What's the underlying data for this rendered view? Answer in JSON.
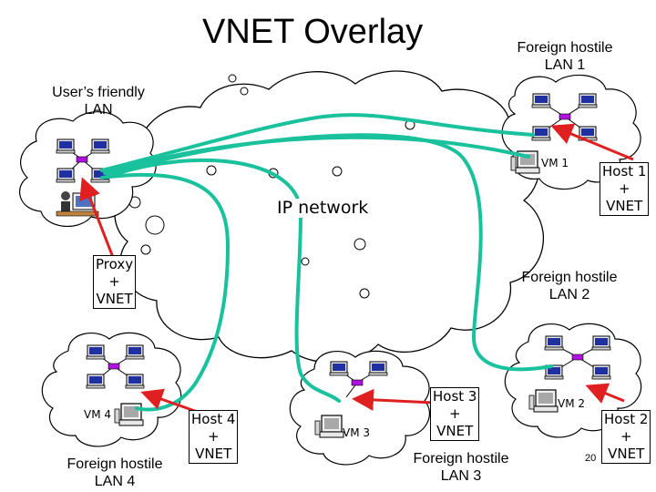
{
  "title": "VNET Overlay",
  "labels": {
    "user_lan": "User’s friendly\nLAN",
    "lan1": "Foreign hostile\nLAN 1",
    "lan2": "Foreign hostile\nLAN 2",
    "lan3": "Foreign hostile\nLAN 3",
    "lan4": "Foreign hostile\nLAN 4",
    "ip_network": "IP network"
  },
  "vms": {
    "vm1": "VM 1",
    "vm2": "VM 2",
    "vm3": "VM 3",
    "vm4": "VM 4"
  },
  "boxes": {
    "host1": "Host 1\n+\nVNET",
    "host2": "Host 2\n+\nVNET",
    "host3": "Host 3\n+\nVNET",
    "host4": "Host 4\n+\nVNET",
    "proxy": "Proxy\n+\nVNET"
  },
  "slide_number": "20",
  "colors": {
    "overlay_link": "#19c19c",
    "pointer_arrow": "#e02020",
    "hub": "#b010e0",
    "cloud_stroke": "#000000"
  }
}
